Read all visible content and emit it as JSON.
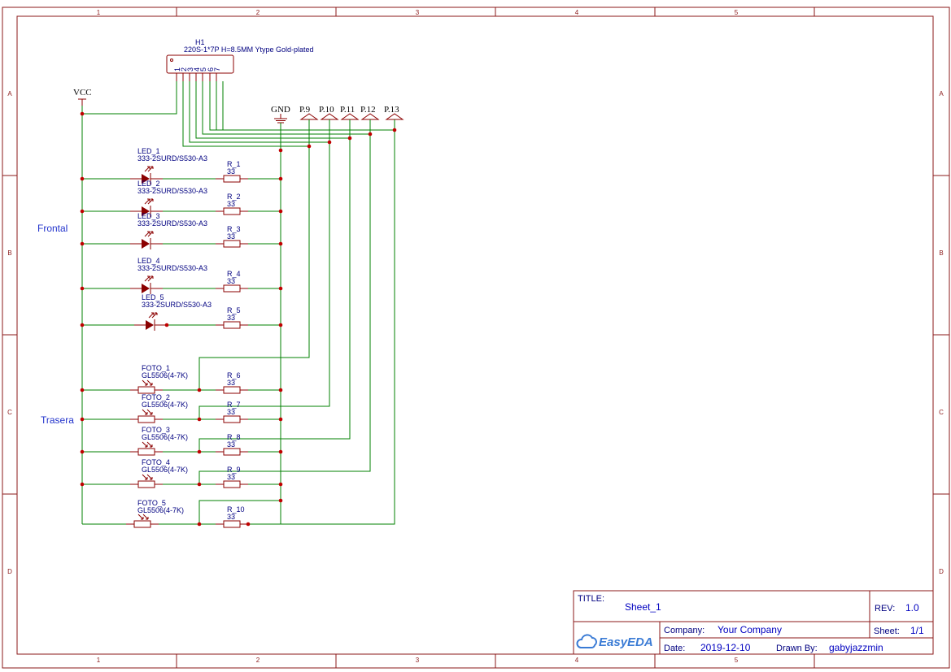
{
  "sheet": {
    "zones_h": [
      "1",
      "2",
      "3",
      "4",
      "5"
    ],
    "zones_v": [
      "A",
      "B",
      "C",
      "D"
    ]
  },
  "header": {
    "designator": "H1",
    "value": "220S-1*7P H=8.5MM Ytype Gold-plated",
    "pins": [
      "1",
      "2",
      "3",
      "4",
      "5",
      "6",
      "7"
    ]
  },
  "power": {
    "vcc": "VCC",
    "gnd": "GND"
  },
  "net_ports": [
    "P.9",
    "P.10",
    "P.11",
    "P.12",
    "P.13"
  ],
  "groups": {
    "front": "Frontal",
    "rear": "Trasera"
  },
  "leds": [
    {
      "name": "LED_1",
      "part": "333-2SURD/S530-A3"
    },
    {
      "name": "LED_2",
      "part": "333-2SURD/S530-A3"
    },
    {
      "name": "LED_3",
      "part": "333-2SURD/S530-A3"
    },
    {
      "name": "LED_4",
      "part": "333-2SURD/S530-A3"
    },
    {
      "name": "LED_5",
      "part": "333-2SURD/S530-A3"
    }
  ],
  "photos": [
    {
      "name": "FOTO_1",
      "part": "GL5506(4-7K)"
    },
    {
      "name": "FOTO_2",
      "part": "GL5506(4-7K)"
    },
    {
      "name": "FOTO_3",
      "part": "GL5506(4-7K)"
    },
    {
      "name": "FOTO_4",
      "part": "GL5506(4-7K)"
    },
    {
      "name": "FOTO_5",
      "part": "GL5506(4-7K)"
    }
  ],
  "resistors": [
    {
      "name": "R_1",
      "value": "33"
    },
    {
      "name": "R_2",
      "value": "33"
    },
    {
      "name": "R_3",
      "value": "33"
    },
    {
      "name": "R_4",
      "value": "33"
    },
    {
      "name": "R_5",
      "value": "33"
    },
    {
      "name": "R_6",
      "value": "33"
    },
    {
      "name": "R_7",
      "value": "33"
    },
    {
      "name": "R_8",
      "value": "33"
    },
    {
      "name": "R_9",
      "value": "33"
    },
    {
      "name": "R_10",
      "value": "33"
    }
  ],
  "title_block": {
    "title_label": "TITLE:",
    "title": "Sheet_1",
    "rev_label": "REV:",
    "rev": "1.0",
    "company_label": "Company:",
    "company": "Your Company",
    "sheet_label": "Sheet:",
    "sheet": "1/1",
    "date_label": "Date:",
    "date": "2019-12-10",
    "drawn_label": "Drawn By:",
    "drawn": "gabyjazzmin",
    "logo": "EasyEDA",
    "logo_icon": "cloud-icon"
  },
  "colors": {
    "wire": "#008000",
    "component": "#8b0000",
    "junction": "#c00000",
    "frame": "#8b1a1a",
    "text": "#000080"
  }
}
